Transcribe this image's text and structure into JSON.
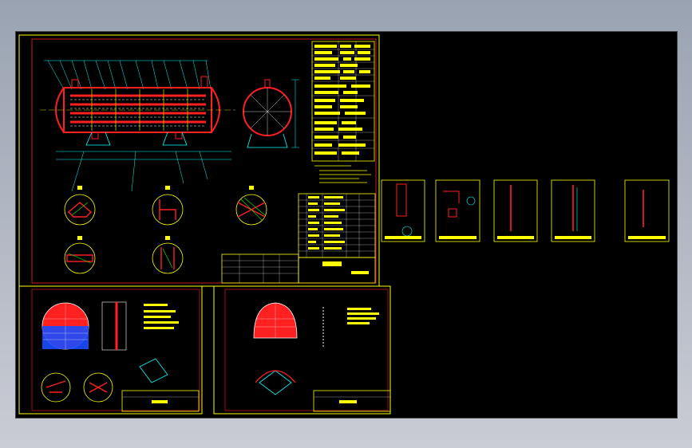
{
  "window": {
    "title": ""
  },
  "colors": {
    "background": "#000000",
    "sheet_border": "#ffff00",
    "vessel": "#ff2020",
    "dimension": "#00ffff",
    "title_block_fill": "#ffff00",
    "text": "#ffffff",
    "hatch": "#00ff00"
  },
  "drawing": {
    "icon": "cad-model-viewport-icon",
    "sheets": [
      {
        "id": "main-assembly",
        "label": ""
      },
      {
        "id": "tubesheet-detail",
        "label": ""
      },
      {
        "id": "head-detail",
        "label": ""
      },
      {
        "id": "thumb-1",
        "label": ""
      },
      {
        "id": "thumb-2",
        "label": ""
      },
      {
        "id": "thumb-3",
        "label": ""
      },
      {
        "id": "thumb-4",
        "label": ""
      },
      {
        "id": "thumb-5",
        "label": ""
      }
    ]
  }
}
